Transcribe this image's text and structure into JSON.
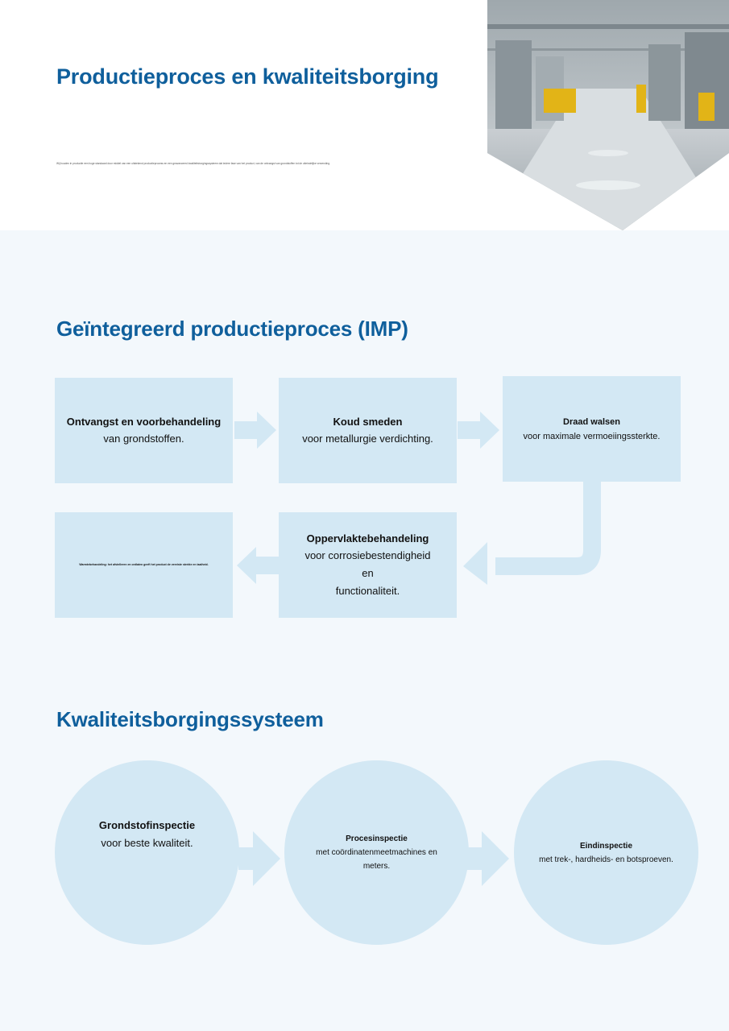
{
  "hero": {
    "title": "Productieproces en kwaliteitsborging",
    "intro": "Wij houden in productie een hoge standaard door middel van een uitstekend productieprocess en een geavanceerd kwaliteitsborgingssysteem dat iedere fase van het product, van de ontvangst van grondstoffen tot de uiteindelijke verzending"
  },
  "imp": {
    "title": "Geïntegreerd productieproces (IMP)",
    "steps": [
      {
        "title": "Ontvangst en voorbehandeling",
        "desc": "van grondstoffen."
      },
      {
        "title": "Koud smeden",
        "desc": "voor metallurgie verdichting."
      },
      {
        "title": "Draad walsen",
        "desc": "voor maximale vermoeiingssterkte."
      },
      {
        "title": "Oppervlaktebehandeling",
        "desc": "voor corrosiebestendigheid\nen\nfunctionaliteit."
      },
      {
        "title": "Warmtebehandeling: het afstelleren en ontlaten geeft het product de vereiste sterkte en taaiheid.",
        "desc": ""
      }
    ]
  },
  "qa": {
    "title": "Kwaliteitsborgingssysteem",
    "steps": [
      {
        "title": "Grondstofinspectie",
        "desc": "voor beste kwaliteit."
      },
      {
        "title": "Procesinspectie",
        "desc": "met coördinatenmeetmachines en meters."
      },
      {
        "title": "Eindinspectie",
        "desc": "met trek-, hardheids- en botsproeven."
      }
    ]
  },
  "colors": {
    "heading": "#0f5f9c",
    "box": "#d3e8f4",
    "arrow": "#d3e8f4",
    "background": "#f3f8fc"
  },
  "icons": {
    "arrow": "right-arrow-icon",
    "connector": "curved-connector-arrow-icon"
  }
}
